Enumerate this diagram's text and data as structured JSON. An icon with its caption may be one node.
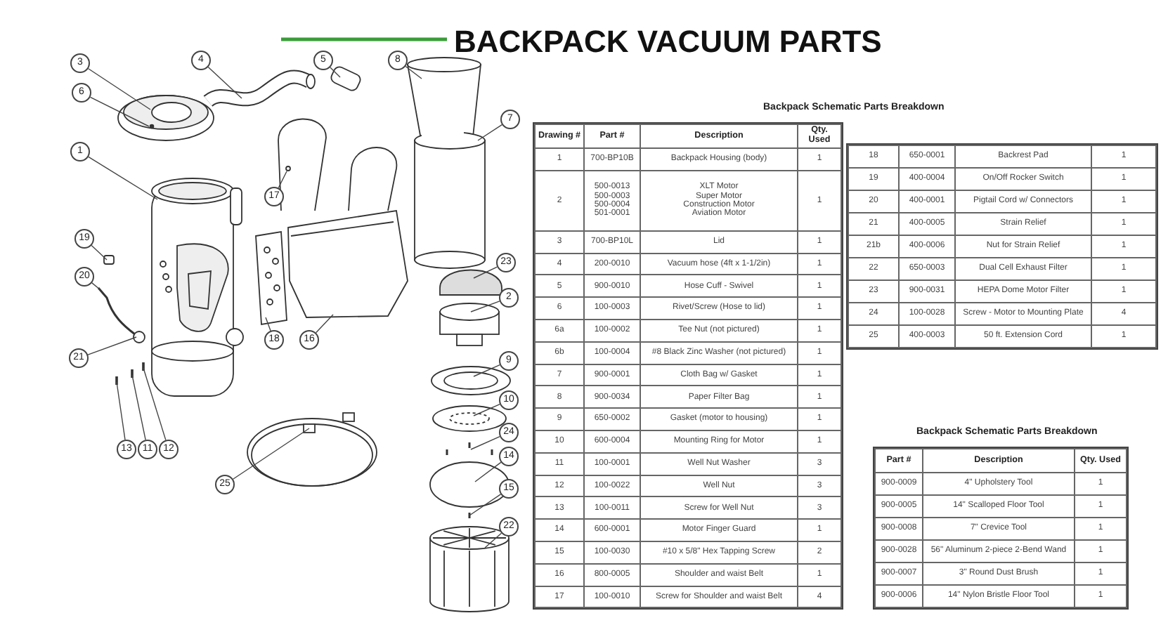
{
  "diagram": {
    "title": "BACKPACK VACUUM PARTS",
    "nodes": [
      {
        "text": [
          "3"
        ]
      },
      {
        "text": [
          "4"
        ]
      },
      {
        "text": [
          "5"
        ]
      },
      {
        "text": [
          "8"
        ]
      },
      {
        "text": [
          "6"
        ]
      },
      {
        "text": [
          "7"
        ]
      },
      {
        "text": [
          "1"
        ]
      },
      {
        "text": [
          "17"
        ]
      },
      {
        "text": [
          "19"
        ]
      },
      {
        "text": [
          "20"
        ]
      },
      {
        "text": [
          "23"
        ]
      },
      {
        "text": [
          "2"
        ]
      },
      {
        "text": [
          "18"
        ]
      },
      {
        "text": [
          "16"
        ]
      },
      {
        "text": [
          "21"
        ]
      },
      {
        "text": [
          "9"
        ]
      },
      {
        "text": [
          "10"
        ]
      },
      {
        "text": [
          "24"
        ]
      },
      {
        "text": [
          "14"
        ]
      },
      {
        "text": [
          "13"
        ]
      },
      {
        "text": [
          "11"
        ]
      },
      {
        "text": [
          "12"
        ]
      },
      {
        "text": [
          "15"
        ]
      },
      {
        "text": [
          "25"
        ]
      },
      {
        "text": [
          "22"
        ]
      }
    ],
    "edges": [
      {
        "from": 0,
        "to": null,
        "arrow": "none"
      },
      {
        "from": 1,
        "to": null,
        "arrow": "none"
      },
      {
        "from": 2,
        "to": null,
        "arrow": "none"
      },
      {
        "from": 3,
        "to": null,
        "arrow": "none"
      },
      {
        "from": 4,
        "to": null,
        "arrow": "none"
      },
      {
        "from": 5,
        "to": null,
        "arrow": "none"
      },
      {
        "from": 6,
        "to": null,
        "arrow": "none"
      },
      {
        "from": 7,
        "to": null,
        "arrow": "none"
      },
      {
        "from": 8,
        "to": null,
        "arrow": "none"
      },
      {
        "from": 9,
        "to": null,
        "arrow": "none"
      },
      {
        "from": 10,
        "to": null,
        "arrow": "none"
      },
      {
        "from": 11,
        "to": null,
        "arrow": "none"
      },
      {
        "from": 12,
        "to": null,
        "arrow": "none"
      },
      {
        "from": 13,
        "to": null,
        "arrow": "none"
      },
      {
        "from": 14,
        "to": null,
        "arrow": "none"
      },
      {
        "from": 15,
        "to": null,
        "arrow": "none"
      },
      {
        "from": 16,
        "to": null,
        "arrow": "none"
      },
      {
        "from": 17,
        "to": null,
        "arrow": "none"
      },
      {
        "from": 18,
        "to": null,
        "arrow": "none"
      },
      {
        "from": 19,
        "to": null,
        "arrow": "none"
      },
      {
        "from": 20,
        "to": null,
        "arrow": "none"
      },
      {
        "from": 21,
        "to": null,
        "arrow": "none"
      },
      {
        "from": 22,
        "to": null,
        "arrow": "none"
      },
      {
        "from": 23,
        "to": null,
        "arrow": "none"
      },
      {
        "from": 24,
        "to": null,
        "arrow": "none"
      }
    ],
    "labels": [
      "Backpack Schematic Parts Breakdown",
      "Drawing #",
      "Part #",
      "Description",
      "Qty. Used",
      "1",
      "700-BP10B",
      "Backpack Housing (body)",
      "1",
      "2",
      "500-0013",
      "500-0003",
      "500-0004",
      "501-0001",
      "XLT Motor",
      "Super Motor",
      "Construction Motor",
      "Aviation Motor",
      "1",
      "3",
      "700-BP10L",
      "Lid",
      "1",
      "4",
      "200-0010",
      "Vacuum hose (4ft x 1-1/2in)",
      "1",
      "5",
      "900-0010",
      "Hose Cuff - Swivel",
      "1",
      "6",
      "100-0003",
      "Rivet/Screw (Hose to lid)",
      "1",
      "6a",
      "100-0002",
      "Tee Nut (not pictured)",
      "1",
      "6b",
      "100-0004",
      "#8 Black Zinc Washer (not pictured)",
      "1",
      "7",
      "900-0001",
      "Cloth Bag w/ Gasket",
      "1",
      "8",
      "900-0034",
      "Paper Filter Bag",
      "1",
      "9",
      "650-0002",
      "Gasket (motor to housing)",
      "1",
      "10",
      "600-0004",
      "Mounting Ring for Motor",
      "1",
      "11",
      "100-0001",
      "Well Nut Washer",
      "3",
      "12",
      "100-0022",
      "Well Nut",
      "3",
      "13",
      "100-0011",
      "Screw for Well Nut",
      "3",
      "14",
      "600-0001",
      "Motor Finger Guard",
      "1",
      "15",
      "100-0030",
      "#10 x 5/8\" Hex Tapping Screw",
      "2",
      "16",
      "800-0005",
      "Shoulder and waist Belt",
      "1",
      "17",
      "100-0010",
      "Screw for Shoulder and waist Belt",
      "4",
      "18",
      "650-0001",
      "Backrest Pad",
      "1",
      "19",
      "400-0004",
      "On/Off Rocker Switch",
      "1",
      "20",
      "400-0001",
      "Pigtail Cord w/ Connectors",
      "1",
      "21",
      "400-0005",
      "Strain Relief",
      "1",
      "21b",
      "400-0006",
      "Nut for Strain Relief",
      "1",
      "22",
      "650-0003",
      "Dual Cell Exhaust Filter",
      "1",
      "23",
      "900-0031",
      "HEPA Dome Motor Filter",
      "1",
      "24",
      "100-0028",
      "Screw - Motor to Mounting Plate",
      "4",
      "25",
      "400-0003",
      "50 ft. Extension Cord",
      "1",
      "Backpack Schematic Parts Breakdown",
      "Part #",
      "Description",
      "Qty. Used",
      "900-0009",
      "4\" Upholstery Tool",
      "1",
      "900-0005",
      "14\" Scalloped Floor Tool",
      "1",
      "900-0008",
      "7\" Crevice Tool",
      "1",
      "900-0028",
      "56\" Aluminum 2-piece 2-Bend Wand",
      "1",
      "900-0007",
      "3\" Round Dust Brush",
      "1",
      "900-0006",
      "14\" Nylon Bristle Floor Tool",
      "1"
    ]
  }
}
